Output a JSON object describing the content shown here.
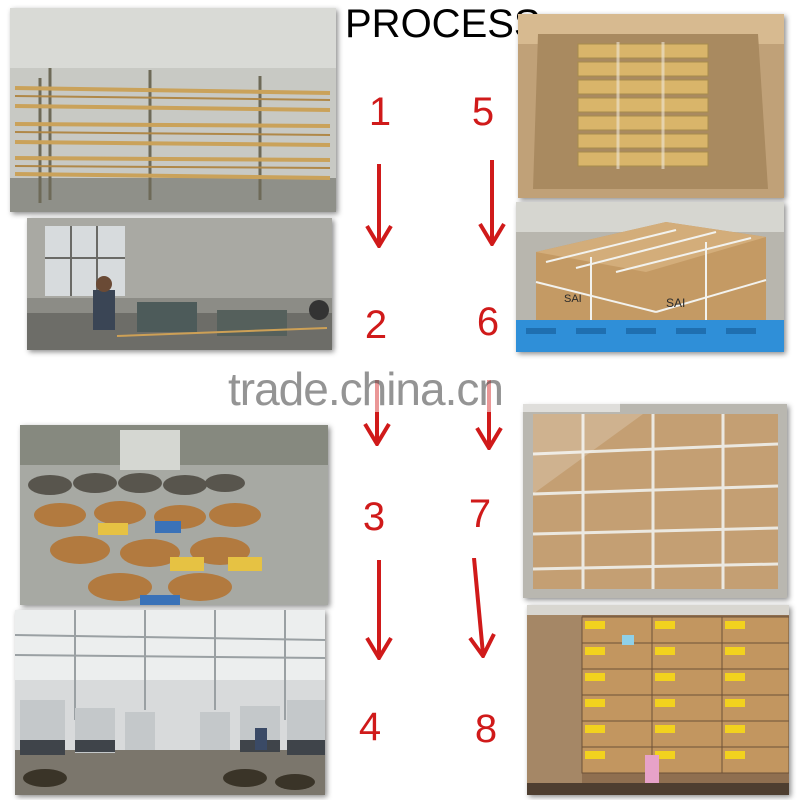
{
  "title": "PROCESS",
  "steps": [
    {
      "number": "1",
      "scene": "brass-rod-storage-rack"
    },
    {
      "number": "2",
      "scene": "cutting-workshop"
    },
    {
      "number": "3",
      "scene": "parts-in-bins"
    },
    {
      "number": "4",
      "scene": "cnc-machining-hall"
    },
    {
      "number": "5",
      "scene": "fittings-in-carton"
    },
    {
      "number": "6",
      "scene": "taped-cartons-on-pallet"
    },
    {
      "number": "7",
      "scene": "wrapped-pallet"
    },
    {
      "number": "8",
      "scene": "labeled-cartons-warehouse"
    }
  ],
  "carton_label": "SAI",
  "watermark": "trade.china.cn",
  "colors": {
    "step_number": "#d01a1a",
    "arrow": "#d01a1a",
    "title": "#000000"
  }
}
